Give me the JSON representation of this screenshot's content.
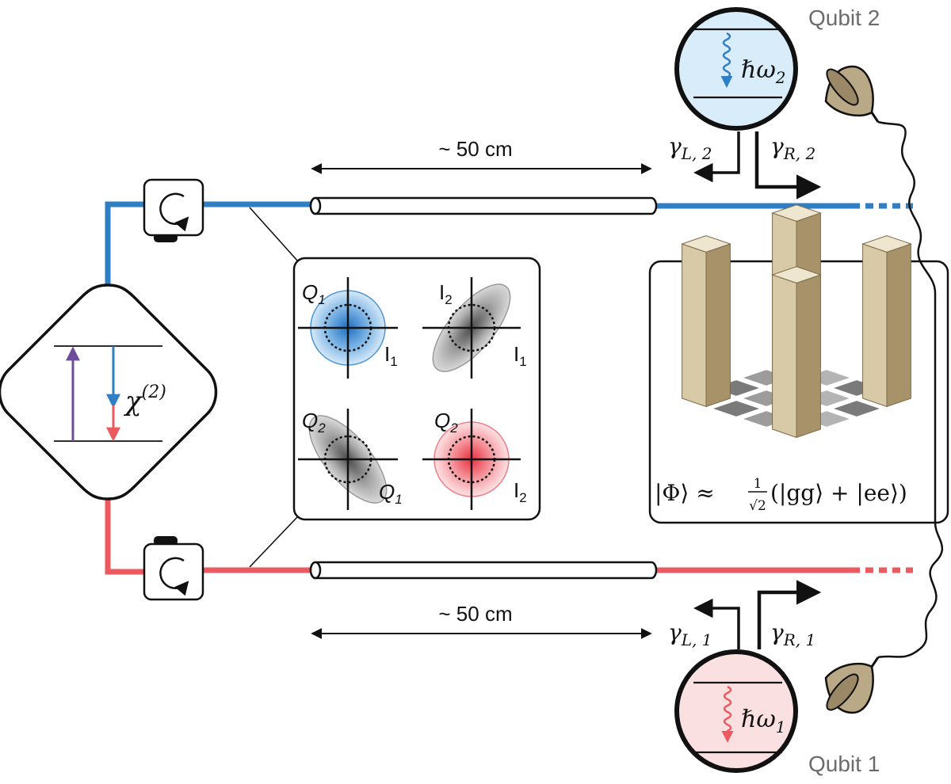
{
  "labels": {
    "qubit_top": "Qubit 2",
    "qubit_bottom": "Qubit 1",
    "length_top": "~ 50 cm",
    "length_bottom": "~ 50 cm",
    "chi": "χ",
    "chi_sup": "(2)",
    "hbar_omega_2": "ℏω",
    "hbar_omega_2_sub": "2",
    "hbar_omega_1": "ℏω",
    "hbar_omega_1_sub": "1",
    "gamma_L2": "γ",
    "gamma_L2_sub": "L, 2",
    "gamma_R2": "γ",
    "gamma_R2_sub": "R, 2",
    "gamma_L1": "γ",
    "gamma_L1_sub": "L, 1",
    "gamma_R1": "γ",
    "gamma_R1_sub": "R, 1",
    "q1_tl": "Q",
    "q1_tl_sub": "1",
    "i1_tl": "I",
    "i1_tl_sub": "1",
    "i2_tr": "I",
    "i2_tr_sub": "2",
    "i1_tr": "I",
    "i1_tr_sub": "1",
    "q2_bl": "Q",
    "q2_bl_sub": "2",
    "q1_bl": "Q",
    "q1_bl_sub": "1",
    "q2_br": "Q",
    "q2_br_sub": "2",
    "i2_br": "I",
    "i2_br_sub": "2",
    "state_lhs": "|Φ⟩ ≈",
    "state_frac_num": "1",
    "state_frac_den": "√2",
    "state_rhs": "(|gg⟩ + |ee⟩)"
  },
  "colors": {
    "blue_line": "#2f7fc4",
    "red_line": "#ec5a5f",
    "qubit_top_fill": "#d9ecfa",
    "qubit_bottom_fill": "#fbe0e2",
    "bar_front": "#d8c9a7",
    "bar_side": "#a8926a",
    "bar_top": "#efe6d0",
    "detector": "#b9a986",
    "purple_arrow": "#6d4c9b"
  }
}
